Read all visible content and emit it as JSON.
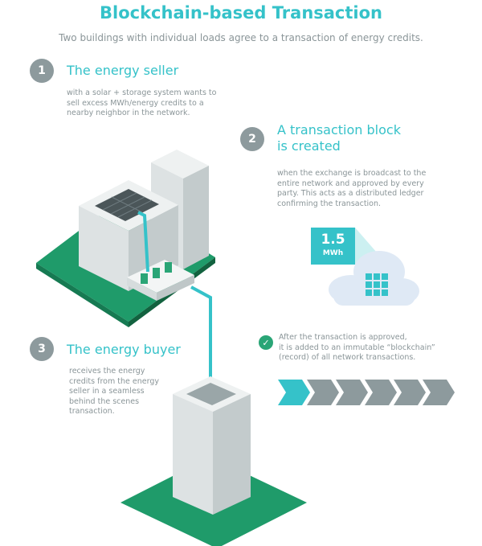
{
  "header": {
    "title": "Blockchain-based Transaction",
    "subtitle": "Two buildings with individual loads agree to a transaction of energy credits."
  },
  "steps": [
    {
      "number": "1",
      "heading": "The energy seller",
      "body": [
        "with a solar + storage system wants to",
        "sell excess MWh/energy credits to a",
        "nearby neighbor in the network."
      ]
    },
    {
      "number": "2",
      "heading": [
        "A transaction block",
        "is created"
      ],
      "body": [
        "when the exchange is broadcast to the",
        "entire network and approved by every",
        "party. This acts as a distributed ledger",
        "confirming the transaction."
      ]
    },
    {
      "number": "3",
      "heading": "The energy buyer",
      "body": [
        "receives the energy",
        "credits from the energy",
        "seller in a seamless",
        "behind the scenes",
        "transaction."
      ]
    }
  ],
  "approval": {
    "icon": "checkmark-icon",
    "lines": [
      "After the transaction is approved,",
      "it is added to an immutable “blockchain”",
      "(record) of all network transactions."
    ]
  },
  "energy_tag": {
    "amount": "1.5",
    "unit": "MWh"
  },
  "colors": {
    "accent": "#35c2c9",
    "ground": "#1f9b6a",
    "grey_badge": "#8d9a9d",
    "chain_block": "#8d9a9d",
    "chain_active": "#35c2c9"
  }
}
